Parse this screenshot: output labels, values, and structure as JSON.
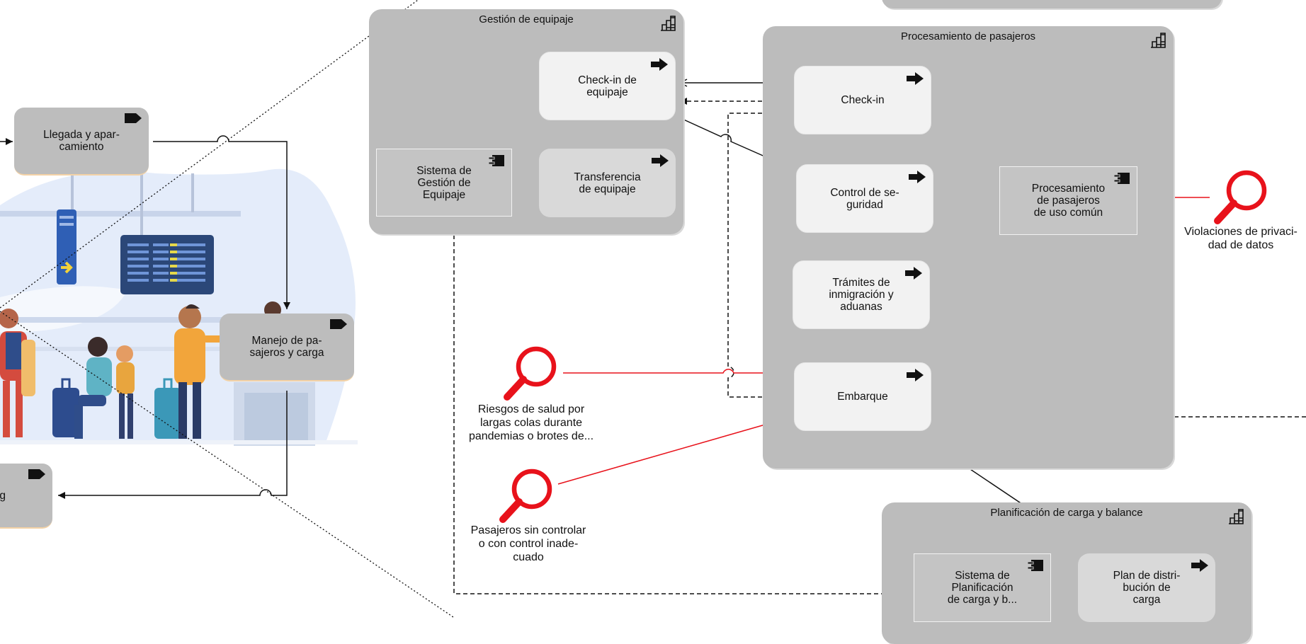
{
  "groups": {
    "baggage": "Gestión de equipaje",
    "passengers": "Procesamiento de pasajeros",
    "load": "Planificación de carga y balance"
  },
  "nodes": {
    "arrival": "Llegada y apar-\ncamiento",
    "handling": "Manejo de pa-\nsajeros y carga",
    "cut_left": "g",
    "baggage_checkin": "Check-in de\nequipaje",
    "baggage_system": "Sistema de\nGestión de\nEquipaje",
    "baggage_transfer": "Transferencia\nde equipaje",
    "checkin": "Check-in",
    "security": "Control de se-\nguridad",
    "immigration": "Trámites de\ninmigración y\naduanas",
    "boarding": "Embarque",
    "common_processing": "Procesamiento\nde pasajeros\nde uso común",
    "load_system": "Sistema de\nPlanificación\nde carga y b...",
    "distribution_plan": "Plan de distri-\nbución de\ncarga"
  },
  "risks": {
    "privacy": "Violaciones de privaci-\ndad de datos",
    "health": "Riesgos de salud por\nlargas colas durante\npandemias o brotes de...",
    "uncontrolled": "Pasajeros sin controlar\no con control inade-\ncuado"
  },
  "icons": {
    "group_icon": "grid-stairs-icon",
    "process_icon": "arrow-right-icon",
    "function_icon": "chevron-tag-icon",
    "component_icon": "component-icon",
    "risk_icon": "magnifier-icon"
  },
  "colors": {
    "group_fill": "#bcbcbc",
    "process_fill": "#f2f2f2",
    "risk_red": "#e8121b",
    "line": "#111111"
  }
}
